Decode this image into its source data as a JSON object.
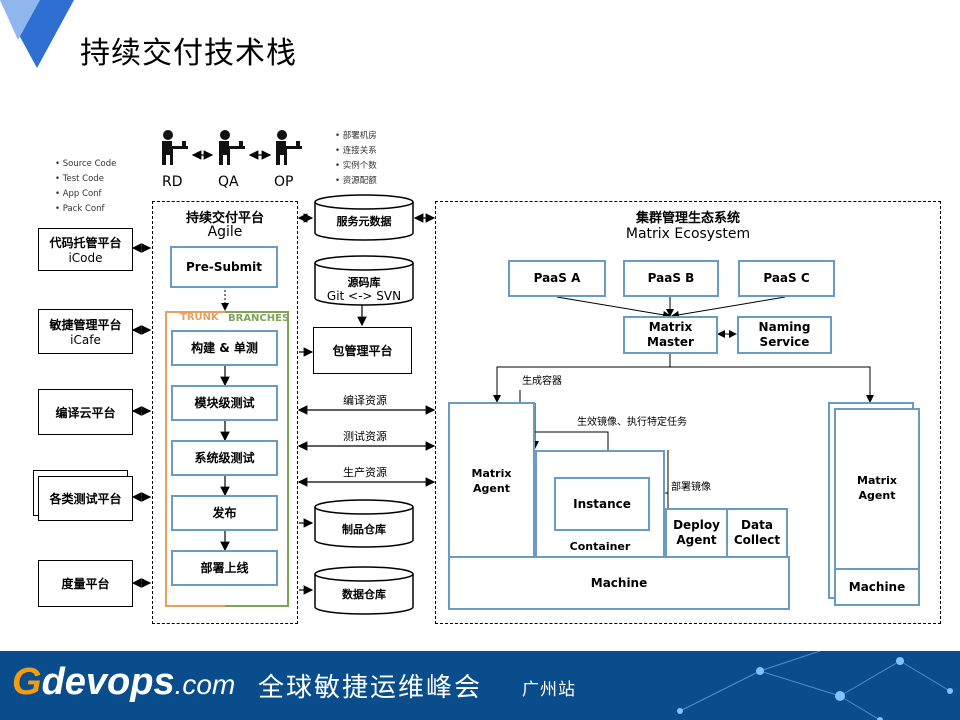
{
  "title": "持续交付技术栈",
  "roles": [
    "RD",
    "QA",
    "OP"
  ],
  "repo_notes": [
    "Source Code",
    "Test Code",
    "App Conf",
    "Pack Conf"
  ],
  "meta_notes": [
    "部署机房",
    "连接关系",
    "实例个数",
    "资源配额"
  ],
  "left_platforms": [
    {
      "title": "代码托管平台",
      "sub": "iCode"
    },
    {
      "title": "敏捷管理平台",
      "sub": "iCafe"
    },
    {
      "title": "编译云平台",
      "sub": ""
    },
    {
      "title": "各类测试平台",
      "sub": ""
    },
    {
      "title": "度量平台",
      "sub": ""
    }
  ],
  "cd_platform": {
    "title": "持续交付平台",
    "subtitle": "Agile",
    "presubmit": "Pre-Submit",
    "trunk": "TRUNK",
    "branches": "BRANCHES",
    "stages": [
      "构建 & 单测",
      "模块级测试",
      "系统级测试",
      "发布",
      "部署上线"
    ]
  },
  "middle": {
    "service_meta": "服务元数据",
    "source_repo": "源码库",
    "source_repo_sub": "Git <-> SVN",
    "package_platform": "包管理平台",
    "resources": [
      "编译资源",
      "测试资源",
      "生产资源"
    ],
    "artifact_repo": "制品仓库",
    "data_repo": "数据仓库"
  },
  "ecosystem": {
    "title": "集群管理生态系统",
    "subtitle": "Matrix Ecosystem",
    "paas": [
      "PaaS A",
      "PaaS B",
      "PaaS C"
    ],
    "master": "Matrix Master",
    "naming": "Naming Service",
    "create_container": "生成容器",
    "apply_image": "生效镜像、执行特定任务",
    "deploy_image": "部署镜像",
    "agent_left": "Matrix Agent",
    "instance": "Instance",
    "container": "Container",
    "deploy_agent": "Deploy Agent",
    "data_collect": "Data Collect",
    "machine_left": "Machine",
    "agent_right": "Matrix Agent",
    "machine_right": "Machine"
  },
  "footer": {
    "brand_g": "G",
    "brand_rest": "devops",
    "brand_com": ".com",
    "slogan": "全球敏捷运维峰会",
    "city": "广州站"
  },
  "colors": {
    "accent_blue": "#6a9bc7",
    "trunk_orange": "#e8a05c",
    "branch_green": "#7ea35a",
    "footer_bg": "#0a4d8c",
    "brand_orange": "#f39c12"
  }
}
